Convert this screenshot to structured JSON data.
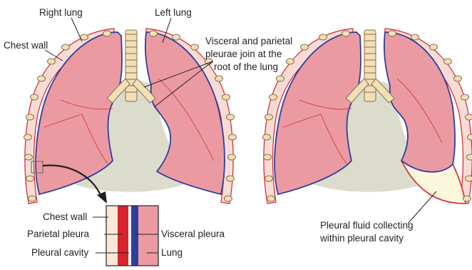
{
  "labels": {
    "right_lung": "Right lung",
    "left_lung": "Left lung",
    "chest_wall": "Chest wall",
    "visceral_parietal_join": [
      "Visceral and parietal",
      "pleurae join at the",
      "root of the lung"
    ],
    "inset_chest_wall": "Chest wall",
    "inset_parietal_pleura": "Parietal pleura",
    "inset_pleural_cavity": "Pleural cavity",
    "inset_visceral_pleura": "Visceral pleura",
    "inset_lung": "Lung",
    "pleural_fluid": [
      "Pleural fluid collecting",
      "within pleural cavity"
    ]
  },
  "colors": {
    "lung_fill": "#eb9aa2",
    "lung_fill_light": "#f3b8bd",
    "lung_fissure": "#d9474f",
    "visceral_pleura": "#2e3f9c",
    "parietal_pleura": "#d8232f",
    "chest_wall": "#f7dcd5",
    "rib": "#f1dfb8",
    "rib_outline": "#8a6d47",
    "mediastinum": "#dcdccd",
    "trachea": "#f1dfb8",
    "pleural_fluid": "#fbf7dc"
  }
}
